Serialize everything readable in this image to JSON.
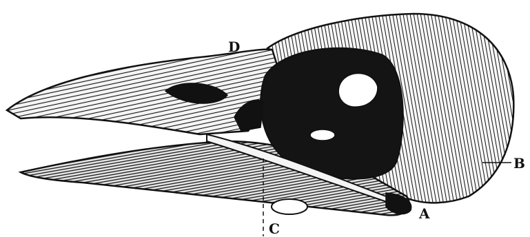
{
  "figure": {
    "labels": {
      "a": "A",
      "b": "B",
      "c": "C",
      "d": "D"
    },
    "colors": {
      "ink": "#111111",
      "paper": "#ffffff",
      "bone": "#f4f4f4"
    }
  }
}
